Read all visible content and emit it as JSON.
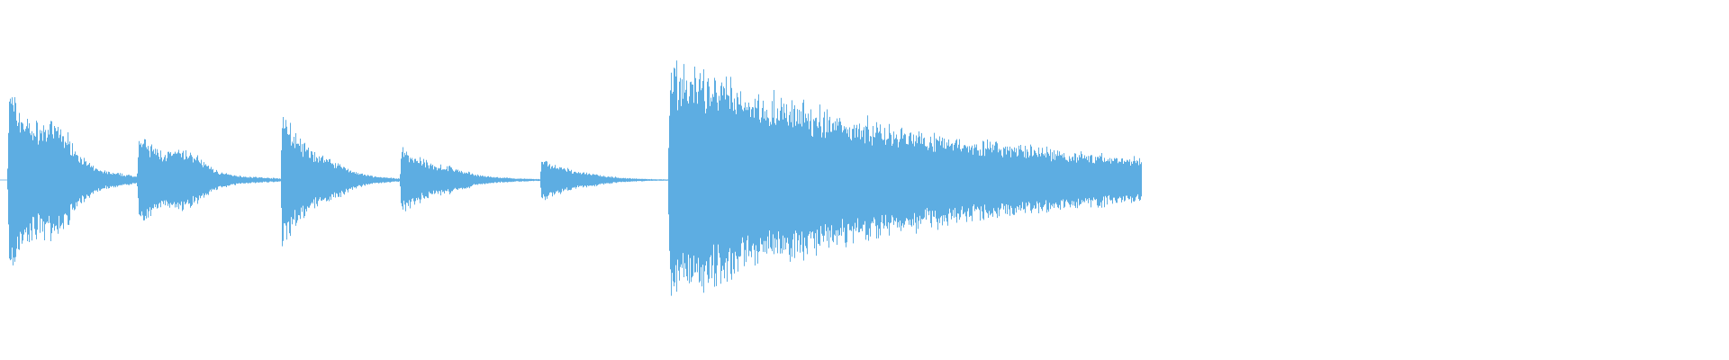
{
  "waveform": {
    "color": "#5dade2",
    "background": "#ffffff",
    "onsets": [
      {
        "t": 0.004,
        "peak": 0.82,
        "decay": 42,
        "ring": 0.22
      },
      {
        "t": 0.079,
        "peak": 0.4,
        "decay": 40,
        "ring": 0.12
      },
      {
        "t": 0.162,
        "peak": 0.62,
        "decay": 55,
        "ring": 0.05
      },
      {
        "t": 0.231,
        "peak": 0.3,
        "decay": 45,
        "ring": 0.03
      },
      {
        "t": 0.312,
        "peak": 0.2,
        "decay": 50,
        "ring": 0.01
      },
      {
        "t": 0.386,
        "peak": 1.0,
        "decay": 6.2,
        "ring": 0.0
      }
    ],
    "end": 0.66
  }
}
